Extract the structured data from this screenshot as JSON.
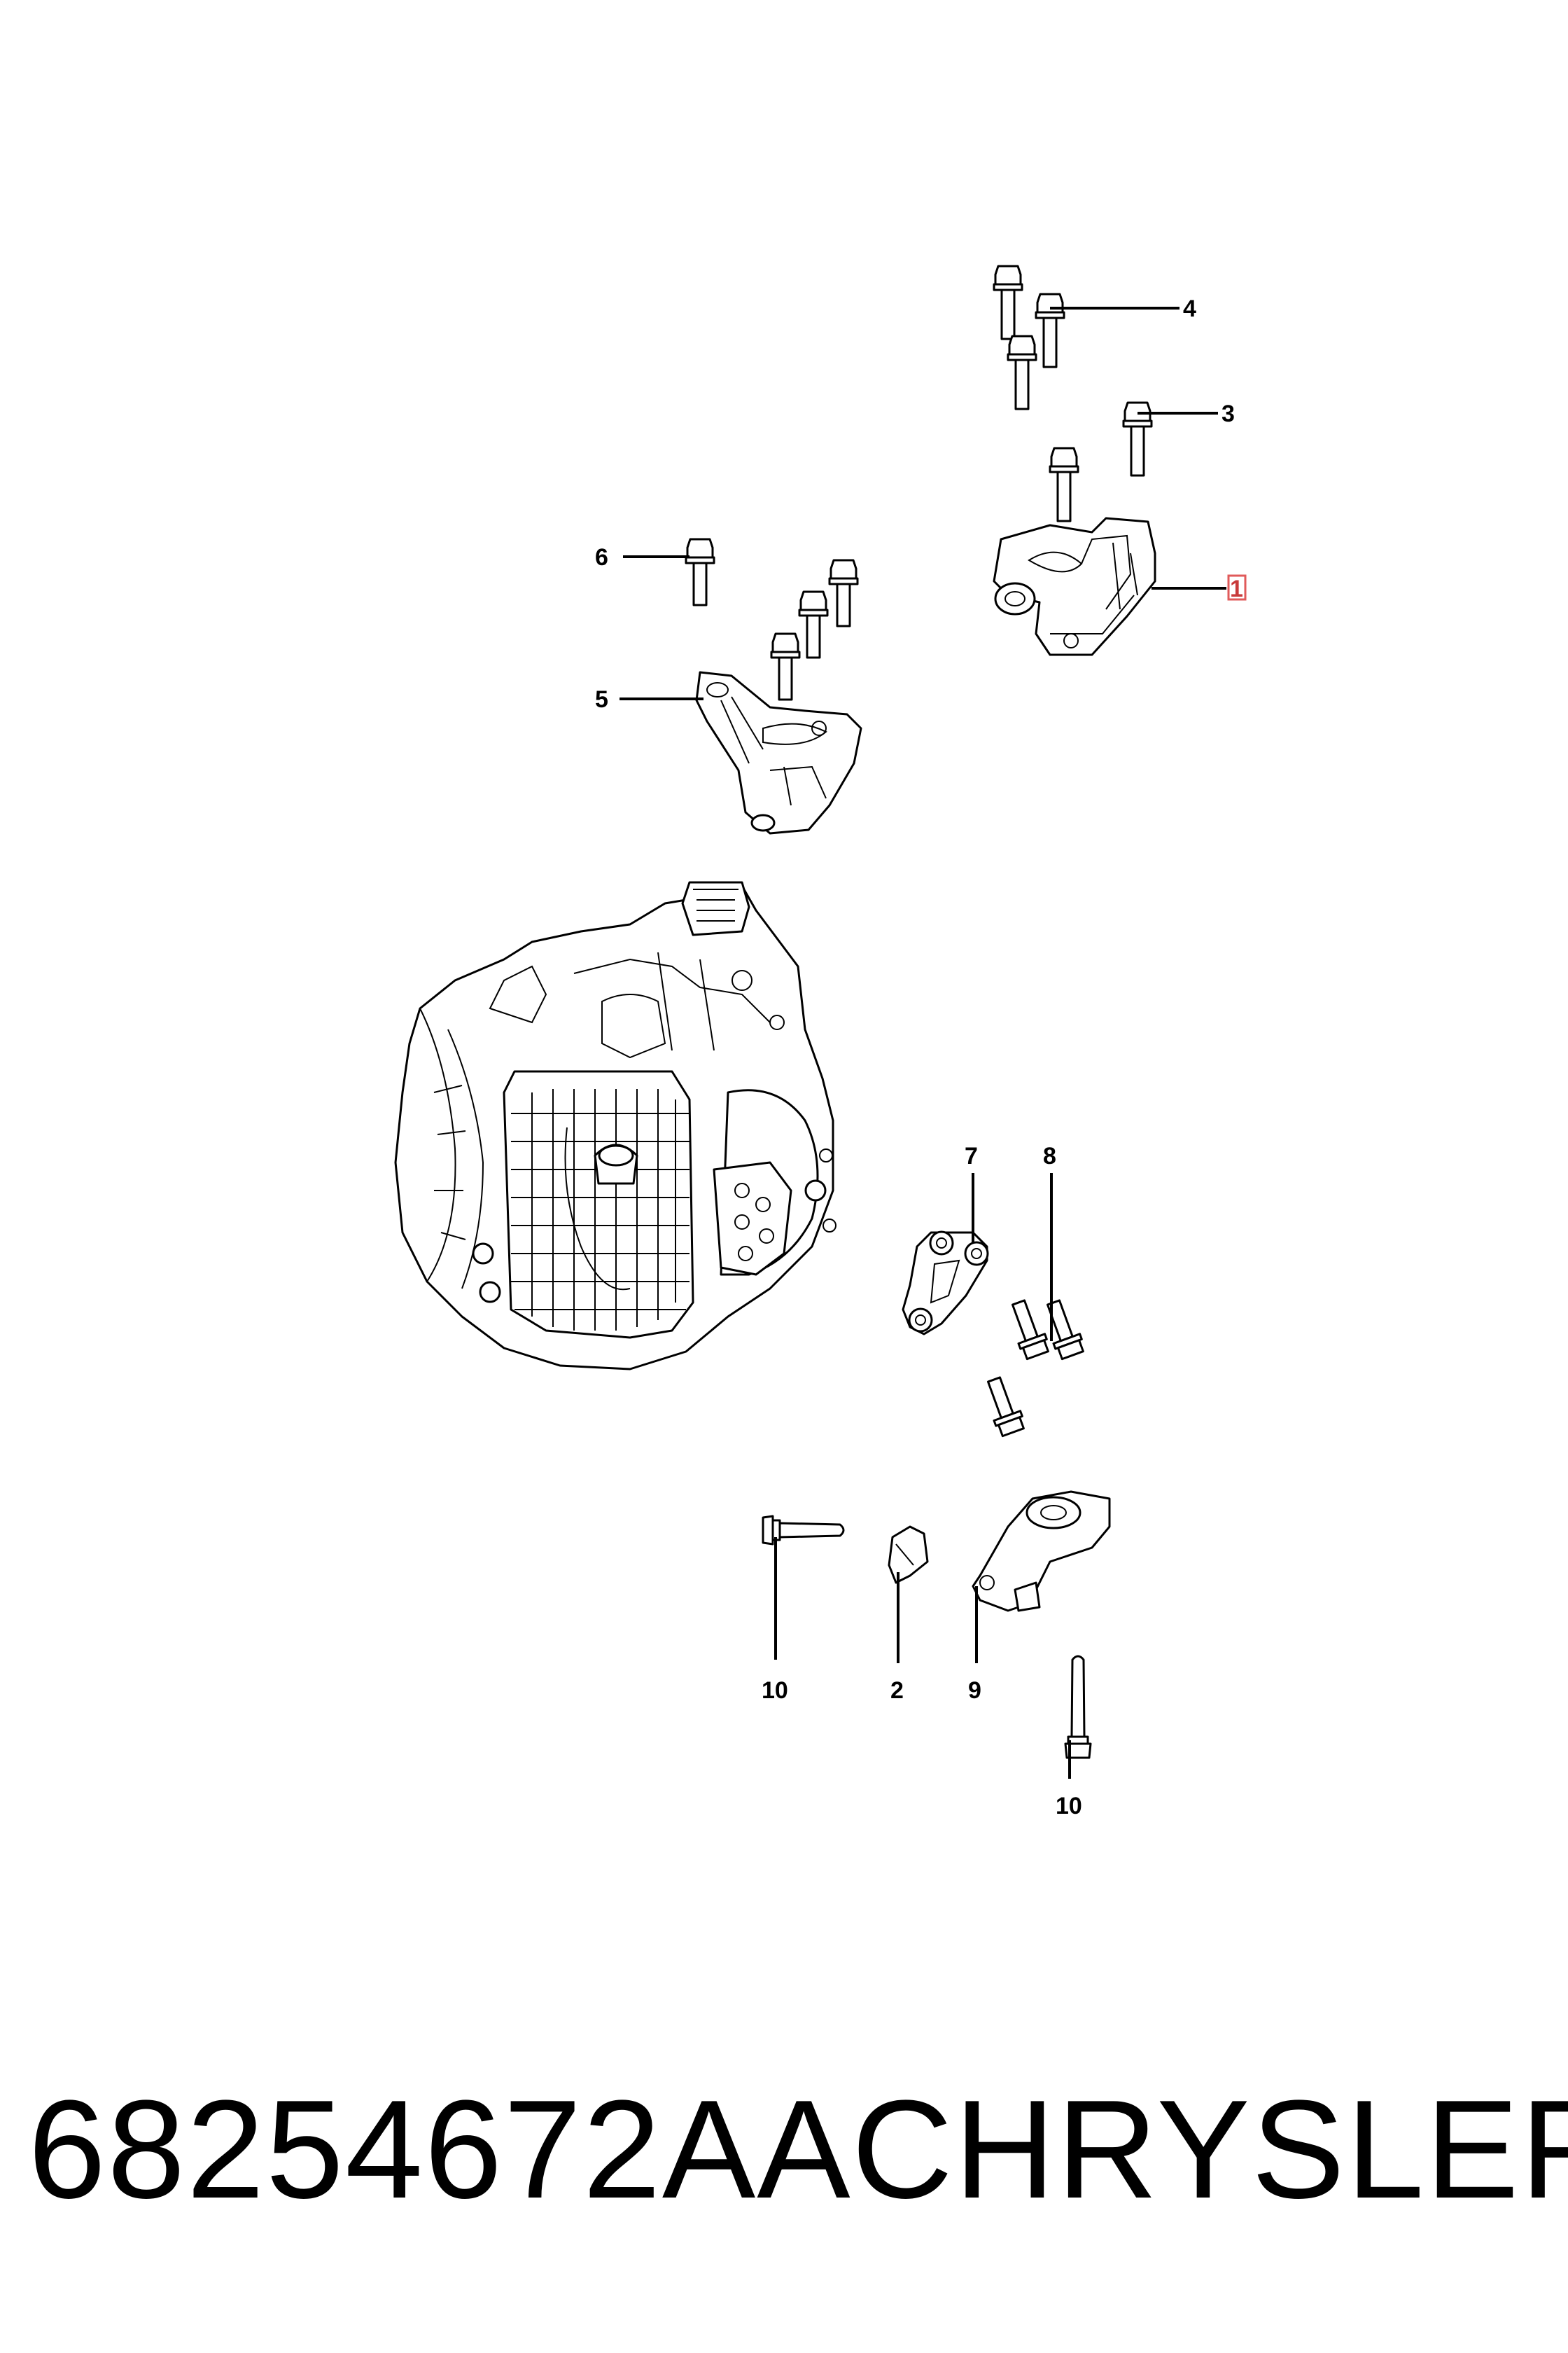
{
  "callouts": {
    "c1": "1",
    "c2": "2",
    "c3": "3",
    "c4": "4",
    "c5": "5",
    "c6": "6",
    "c7": "7",
    "c8": "8",
    "c9": "9",
    "c10a": "10",
    "c10b": "10"
  },
  "footer": {
    "part_number": "68254672AA",
    "brand": "CHRYSLER"
  },
  "colors": {
    "line": "#000000",
    "background": "#ffffff",
    "highlight": "#e05a5a"
  }
}
